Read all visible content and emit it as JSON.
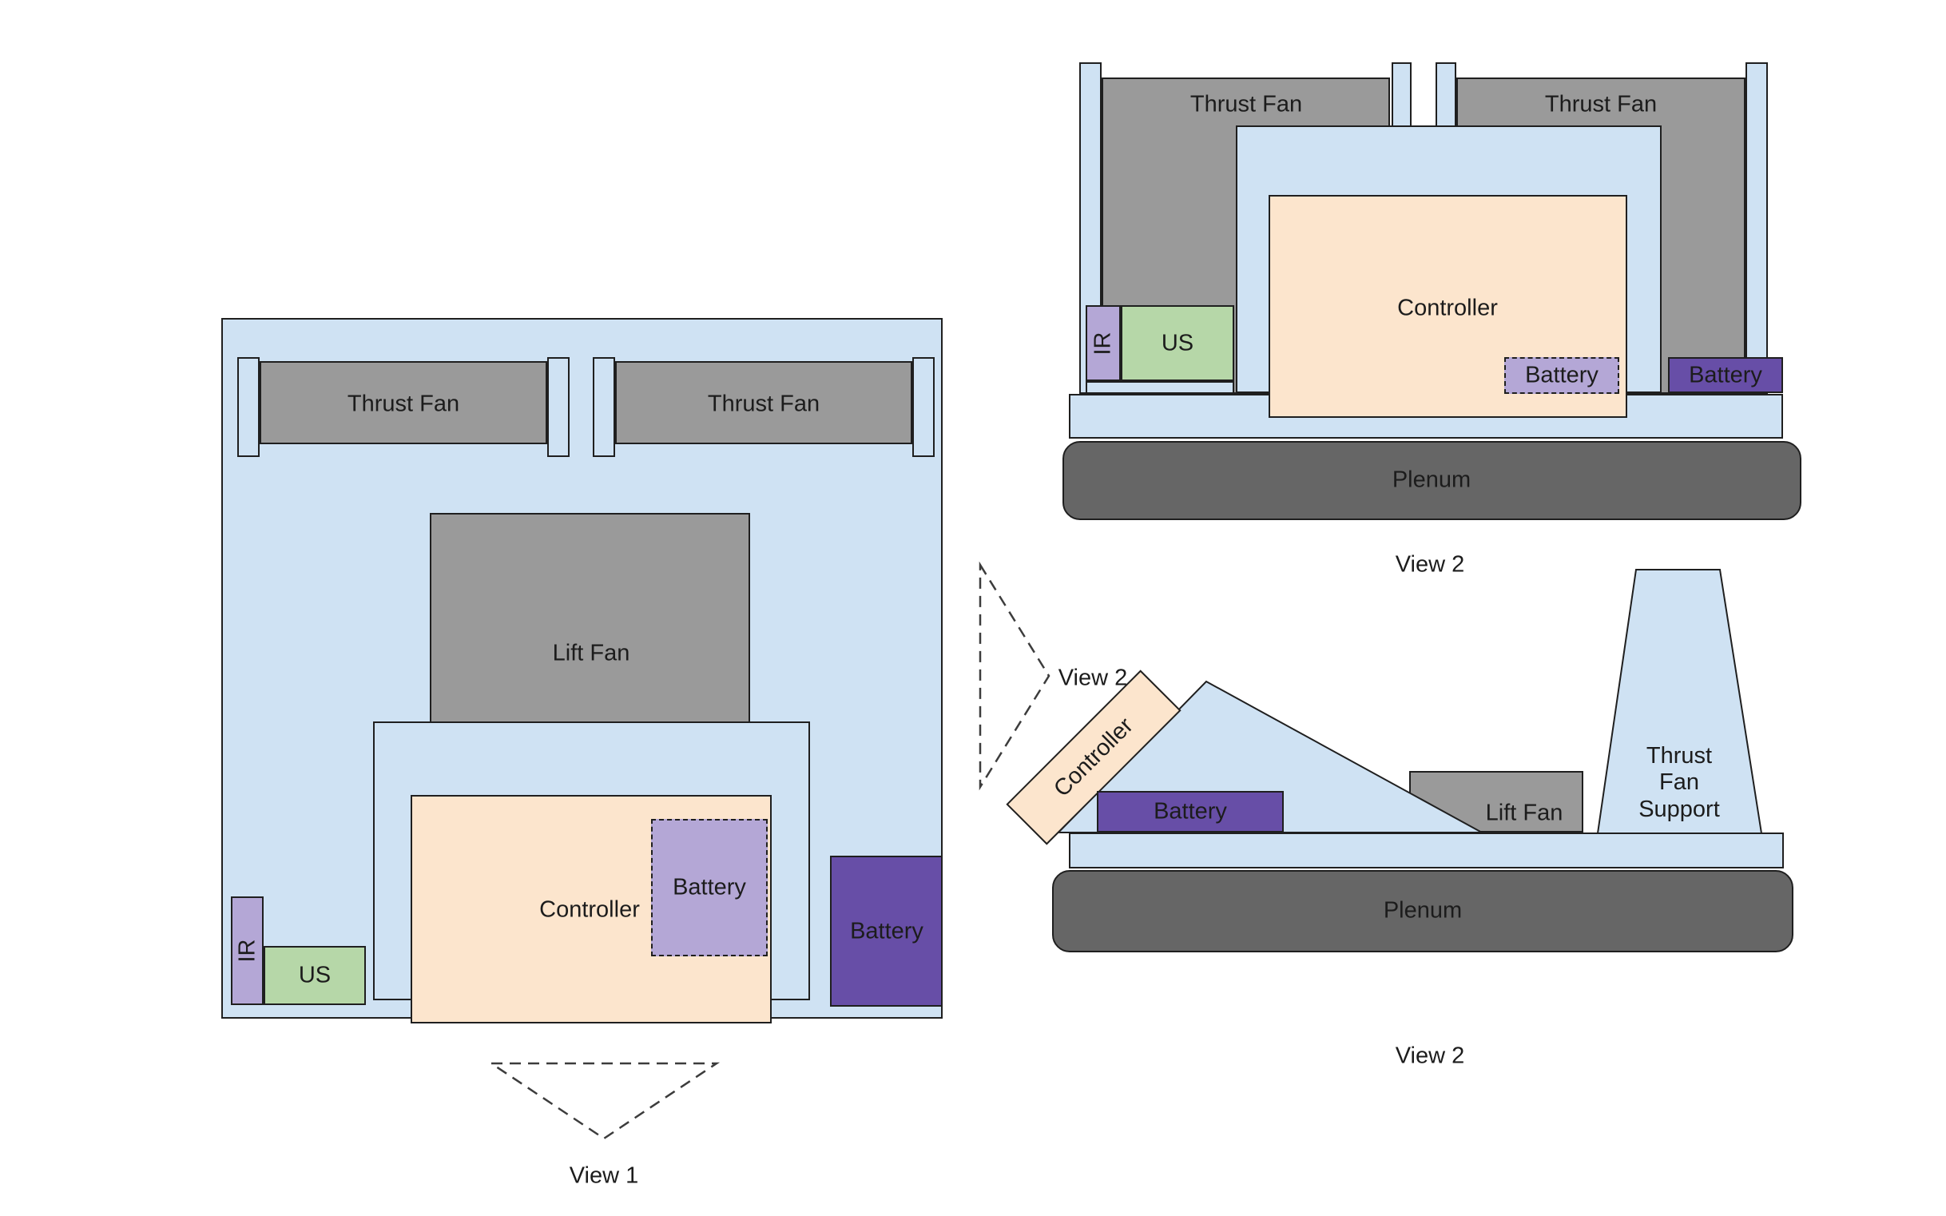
{
  "palette": {
    "body_blue": "#cfe2f3",
    "fan_gray": "#9a9a9a",
    "plenum_gray": "#666666",
    "controller_peach": "#fce5cd",
    "battery_light_purple": "#b4a7d6",
    "battery_dark_purple": "#674ea7",
    "us_green": "#b6d7a8",
    "outline": "#1f1f1f"
  },
  "view1": {
    "title": "View 1",
    "thrust_fan_left": "Thrust Fan",
    "thrust_fan_right": "Thrust Fan",
    "lift_fan": "Lift Fan",
    "controller": "Controller",
    "controller_battery": "Battery",
    "side_battery": "Battery",
    "ir_sensor": "IR",
    "us_sensor": "US"
  },
  "view2_top": {
    "title": "View 2",
    "thrust_fan_left": "Thrust Fan",
    "thrust_fan_right": "Thrust Fan",
    "controller": "Controller",
    "controller_battery": "Battery",
    "side_battery": "Battery",
    "ir_sensor": "IR",
    "us_sensor": "US",
    "plenum": "Plenum"
  },
  "view2_side": {
    "pointer_label": "View 2",
    "title": "View 2",
    "controller": "Controller",
    "battery": "Battery",
    "lift_fan": "Lift Fan",
    "thrust_fan_support": "Thrust Fan Support",
    "plenum": "Plenum"
  }
}
